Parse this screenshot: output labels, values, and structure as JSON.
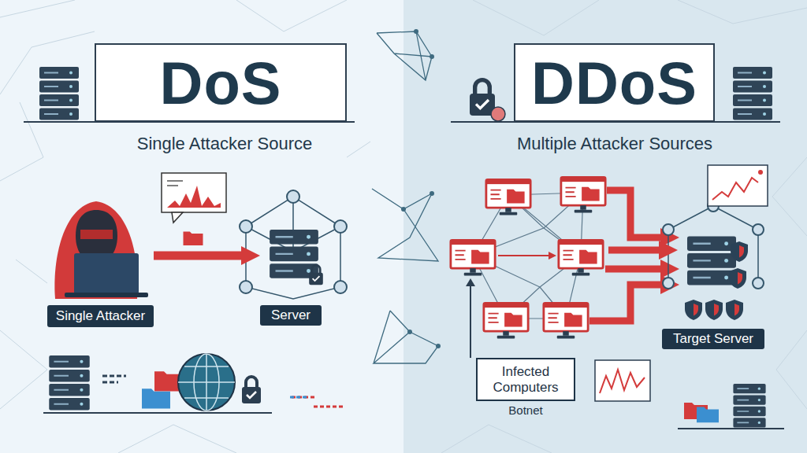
{
  "diagram": {
    "nodes": [
      {
        "text": [
          "DoS"
        ]
      },
      {
        "text": [
          "Single Attacker"
        ]
      },
      {
        "text": [
          "Server"
        ]
      },
      {
        "text": [
          "DDoS"
        ]
      },
      {
        "text": [
          "Infected Computers",
          "Botnet"
        ]
      },
      {
        "text": [
          "Target Server"
        ]
      }
    ],
    "edges": [
      {
        "from": 1,
        "to": 2,
        "arrow": "to"
      },
      {
        "from": 4,
        "to": 5,
        "arrow": "to"
      }
    ],
    "labels": [
      "Single Attacker Source",
      "Multiple Attacker Sources"
    ]
  }
}
